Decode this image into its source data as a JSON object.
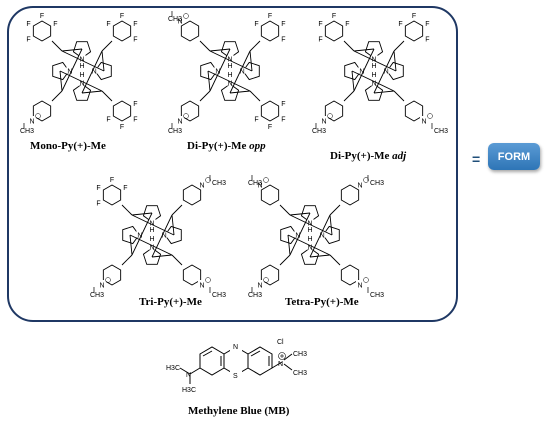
{
  "molecules": [
    {
      "id": "mono",
      "caption": "Mono-Py(+)-Me",
      "caption_suffix": "",
      "slots": [
        "c6f5",
        "c6f5",
        "c6f5",
        "pym"
      ]
    },
    {
      "id": "diopp",
      "caption": "Di-Py(+)-Me ",
      "caption_suffix": "opp",
      "slots": [
        "pym",
        "c6f5",
        "c6f5",
        "pym"
      ]
    },
    {
      "id": "diadj",
      "caption": "Di-Py(+)-Me ",
      "caption_suffix": "adj",
      "slots": [
        "c6f5",
        "c6f5",
        "pym",
        "pym"
      ]
    },
    {
      "id": "tri",
      "caption": "Tri-Py(+)-Me",
      "caption_suffix": "",
      "slots": [
        "c6f5",
        "pym",
        "pym",
        "pym"
      ]
    },
    {
      "id": "tetra",
      "caption": "Tetra-Py(+)-Me",
      "caption_suffix": "",
      "slots": [
        "pym",
        "pym",
        "pym",
        "pym"
      ]
    }
  ],
  "atoms": {
    "fluorine": "F",
    "pyrrole_nh": "N",
    "pyrrole_h": "H",
    "pyridinium_n": "N",
    "methyl": "CH3",
    "iodide": "I"
  },
  "equals_sign": "=",
  "form_button_label": "FORM",
  "methylene_blue": {
    "caption": "Methylene Blue (MB)",
    "chloride": "Cl",
    "dimethylamino": "N",
    "methyl": "H3C",
    "ring_n": "N",
    "ring_s": "S",
    "cation_n": "N",
    "cation_methyl": "CH3"
  },
  "colors": {
    "frame": "#1f3864",
    "button": "#2e75b6",
    "equals": "#1f4e79"
  }
}
